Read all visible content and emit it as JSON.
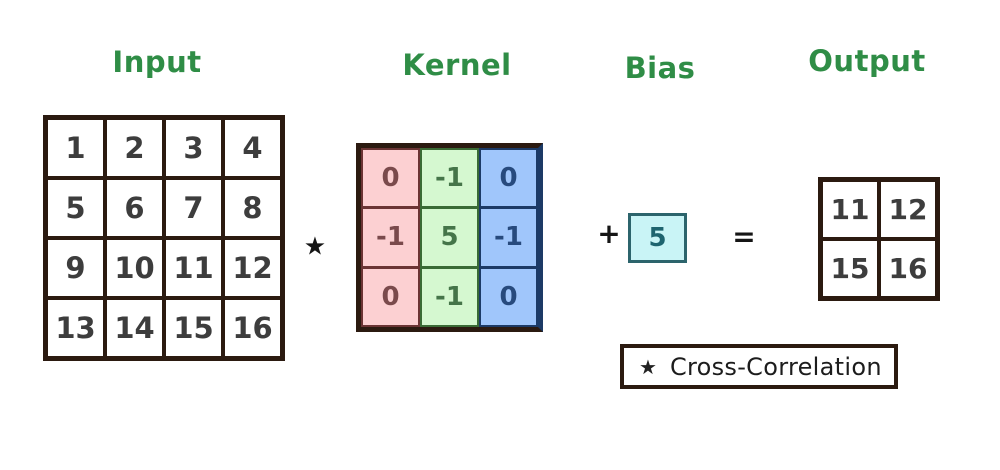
{
  "titles": {
    "input": "Input",
    "kernel": "Kernel",
    "bias": "Bias",
    "output": "Output"
  },
  "operators": {
    "cross_correlation": "★",
    "plus": "+",
    "equals": "="
  },
  "input_matrix": {
    "rows": [
      [
        "1",
        "2",
        "3",
        "4"
      ],
      [
        "5",
        "6",
        "7",
        "8"
      ],
      [
        "9",
        "10",
        "11",
        "12"
      ],
      [
        "13",
        "14",
        "15",
        "16"
      ]
    ]
  },
  "kernel_matrix": {
    "columns": [
      {
        "name": "left-pink",
        "values": [
          "0",
          "-1",
          "0"
        ]
      },
      {
        "name": "center-green",
        "values": [
          "-1",
          "5",
          "-1"
        ]
      },
      {
        "name": "right-blue",
        "values": [
          "0",
          "-1",
          "0"
        ]
      }
    ]
  },
  "bias": {
    "value": "5"
  },
  "output_matrix": {
    "rows": [
      [
        "11",
        "12"
      ],
      [
        "15",
        "16"
      ]
    ]
  },
  "legend": {
    "symbol": "★",
    "label": "Cross-Correlation"
  },
  "colors": {
    "title_green": "#2f8d46",
    "border_brown": "#2b1a10",
    "number_text": "#3d3d3d",
    "kernel_pink_bg": "#fcd0d2",
    "kernel_pink_text": "#7a4a4c",
    "kernel_pink_border": "#6b3434",
    "kernel_green_bg": "#d5f8d0",
    "kernel_green_text": "#457549",
    "kernel_green_border": "#3a6b35",
    "kernel_blue_bg": "#a0c6fb",
    "kernel_blue_text": "#274a7d",
    "kernel_blue_border": "#1c3a66",
    "bias_bg": "#c9f4f6",
    "bias_border": "#2c646c",
    "bias_text": "#1e646f"
  }
}
